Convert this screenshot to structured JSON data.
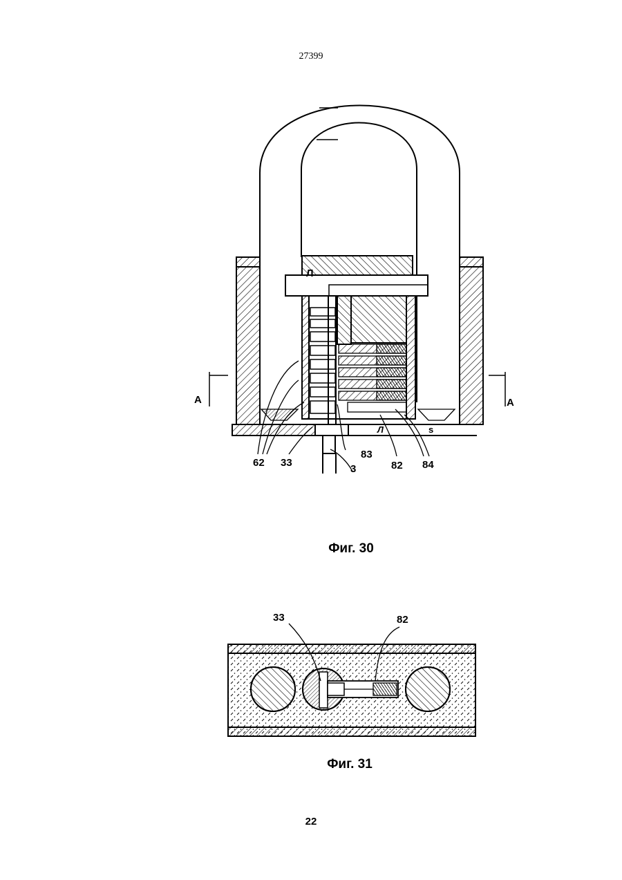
{
  "header": {
    "doc_number": "27399"
  },
  "figure30": {
    "caption": "Фиг. 30",
    "labels": {
      "l62": "62",
      "l33": "33",
      "l3": "3",
      "l83": "83",
      "l82": "82",
      "l84": "84",
      "sectionA_left": "A",
      "sectionA_right": "A",
      "mark_L_top": "Л",
      "mark_L_bottom": "Л",
      "mark_s": "s"
    }
  },
  "figure31": {
    "caption": "Фиг. 31",
    "labels": {
      "l33": "33",
      "l82": "82"
    }
  },
  "footer": {
    "page_number": "22"
  }
}
